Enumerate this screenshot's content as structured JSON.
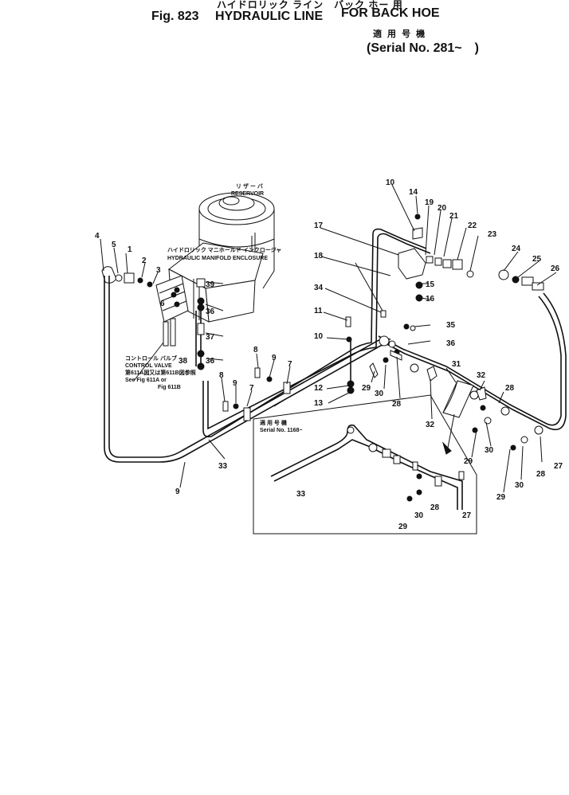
{
  "header": {
    "jp_title": "ハイドロリック ライン　バック ホー 用",
    "fig_no": "Fig. 823",
    "title_main": "HYDRAULIC LINE",
    "title_sub": "FOR BACK HOE",
    "serial_jp": "適 用 号 機",
    "serial": "(Serial No. 281~　)"
  },
  "labels": {
    "reservoir_jp": "リ ザ ー バ",
    "reservoir": "RESERVOIR",
    "manifold_jp": "ハイドロリック マニホールド インクロージャ",
    "manifold": "HYDRAULIC MANIFOLD ENCLOSURE",
    "control_jp": "コントロール バルブ",
    "control": "CONTROL VALVE",
    "see_jp": "第611A図又は第611B図参照",
    "see1": "See Fig 611A or",
    "see2": "Fig 611B",
    "inset_jp": "適 用 号 機",
    "inset_serial": "Serial No. 1168~"
  },
  "callouts": [
    "1",
    "2",
    "3",
    "4",
    "5",
    "6",
    "7",
    "7",
    "8",
    "8",
    "9",
    "9",
    "9",
    "10",
    "10",
    "11",
    "12",
    "13",
    "14",
    "15",
    "16",
    "17",
    "18",
    "19",
    "20",
    "21",
    "22",
    "23",
    "24",
    "25",
    "26",
    "27",
    "27",
    "28",
    "28",
    "28",
    "28",
    "29",
    "29",
    "29",
    "29",
    "30",
    "30",
    "30",
    "30",
    "31",
    "32",
    "32",
    "33",
    "33",
    "34",
    "35",
    "36",
    "36",
    "36",
    "37",
    "38",
    "39"
  ]
}
